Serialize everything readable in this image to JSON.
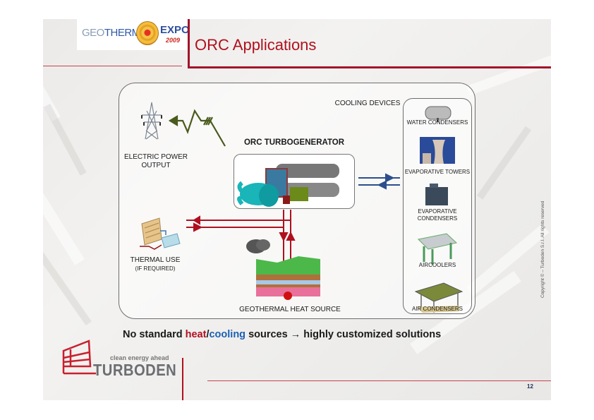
{
  "header": {
    "logo": {
      "geo": "GEO",
      "therm": "THERM",
      "expo": "EXPO",
      "year": "2009"
    },
    "title": "ORC Applications"
  },
  "diagram": {
    "electric_output": {
      "line1": "ELECTRIC POWER",
      "line2": "OUTPUT",
      "icon": "power-tower-icon"
    },
    "orc_turbogenerator": {
      "label": "ORC TURBOGENERATOR",
      "icon": "turbogenerator-icon"
    },
    "thermal_use": {
      "label": "THERMAL USE",
      "sublabel": "(IF REQUIRED)",
      "icon": "thermal-use-icon"
    },
    "geothermal_source": {
      "label": "GEOTHERMAL HEAT SOURCE",
      "icon": "geothermal-icon"
    },
    "cooling": {
      "title": "COOLING DEVICES",
      "devices": [
        {
          "line1": "WATER CONDENSERS",
          "line2": "",
          "icon": "water-condenser-icon"
        },
        {
          "line1": "EVAPORATIVE TOWERS",
          "line2": "",
          "icon": "evaporative-tower-icon"
        },
        {
          "line1": "EVAPORATIVE",
          "line2": "CONDENSERS",
          "icon": "evaporative-condenser-icon"
        },
        {
          "line1": "AIRCOOLERS",
          "line2": "",
          "icon": "aircooler-icon"
        },
        {
          "line1": "AIR CONDENSERS",
          "line2": "",
          "icon": "air-condenser-icon"
        }
      ]
    },
    "colors": {
      "heat_flow": "#b0101e",
      "cooling_flow": "#2c4f8c",
      "electric_flow": "#4a5a1c"
    }
  },
  "tagline": {
    "prefix": "No standard ",
    "heat": "heat",
    "slash": "/",
    "cooling": "cooling",
    "suffix": " sources → highly customized solutions"
  },
  "footer": {
    "brand_tag": "clean energy ahead",
    "brand_name": "TURBODEN",
    "page_number": "12",
    "copyright": "Copyright ©  – Turboden S.r.l. All rights reserved"
  }
}
